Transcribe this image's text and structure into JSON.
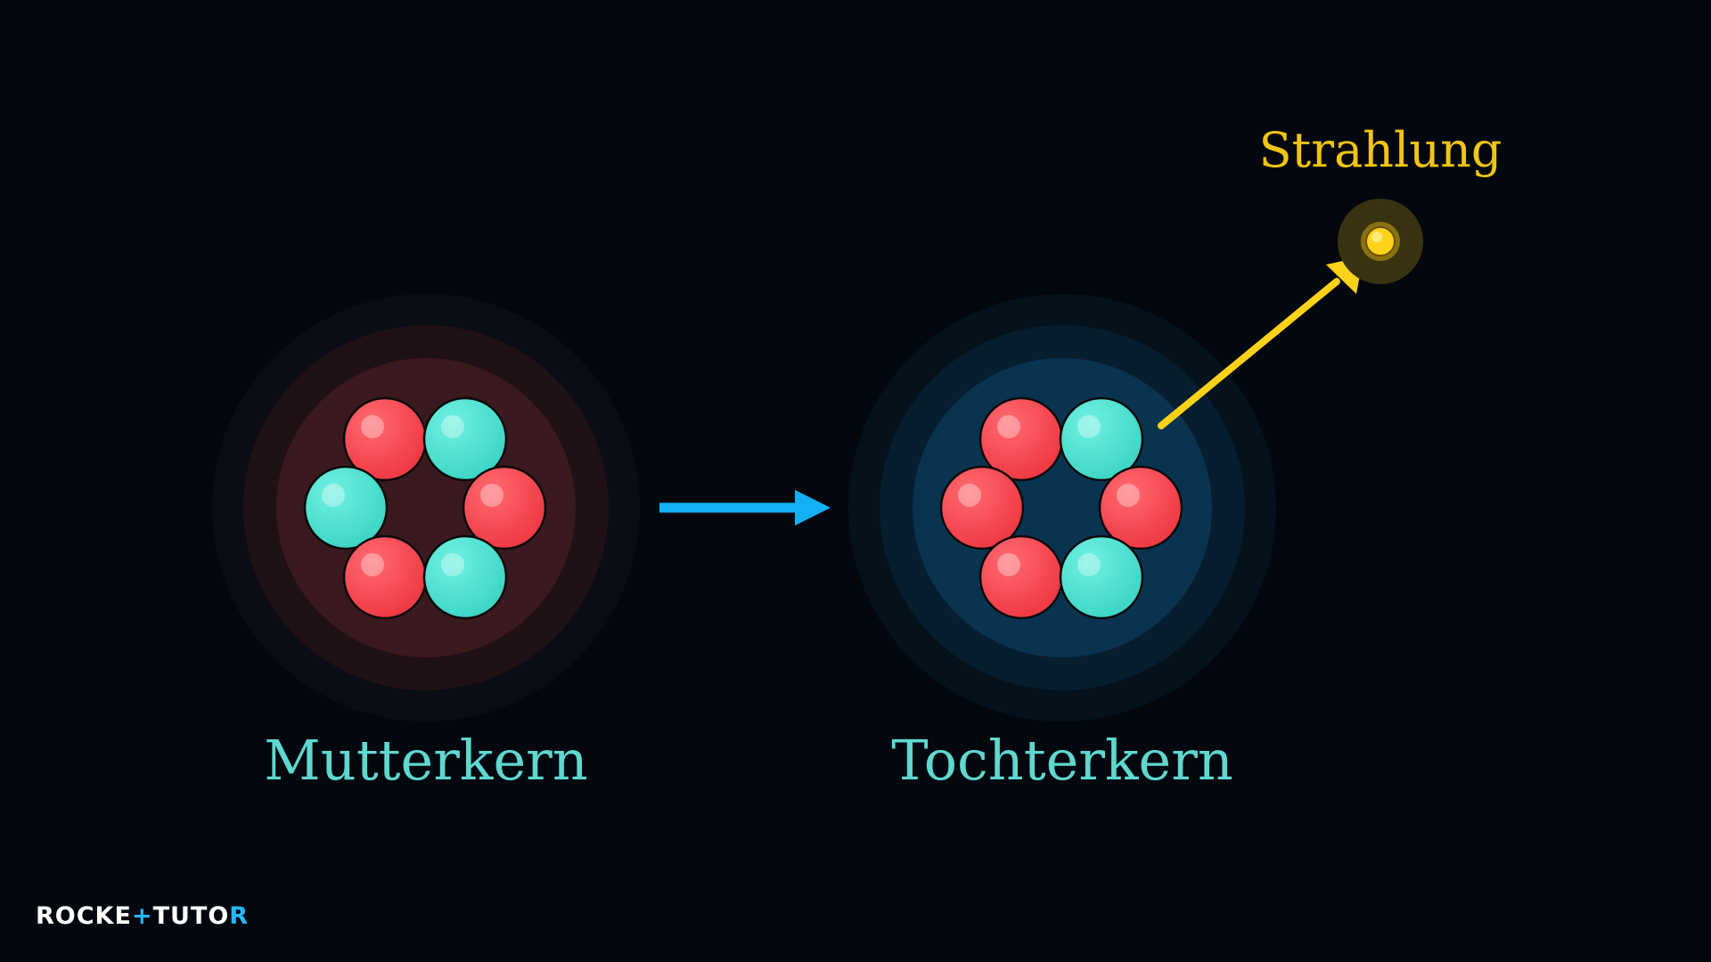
{
  "labels": {
    "parent": "Mutterkern",
    "daughter": "Tochterkern",
    "radiation": "Strahlung"
  },
  "logo": {
    "text": "ROCKETTUTOR",
    "part1": "ROCKE",
    "accent1": "+",
    "part2": "TUTO",
    "accent2": "R"
  },
  "colors": {
    "background": "#03080f",
    "proton": "#ff4a52",
    "neutron": "#4fe0d0",
    "parent_glow": "#3a1a1e",
    "daughter_glow": "#0b3550",
    "process_arrow": "#13b0f5",
    "radiation": "#ffd21a",
    "nucleus_label": "#5fd8cf",
    "radiation_label": "#f2c414"
  },
  "nuclei": [
    {
      "name": "parent",
      "particles": [
        "proton",
        "neutron",
        "neutron",
        "proton",
        "proton",
        "neutron"
      ]
    },
    {
      "name": "daughter",
      "particles": [
        "proton",
        "neutron",
        "proton",
        "proton",
        "proton",
        "neutron"
      ]
    }
  ]
}
